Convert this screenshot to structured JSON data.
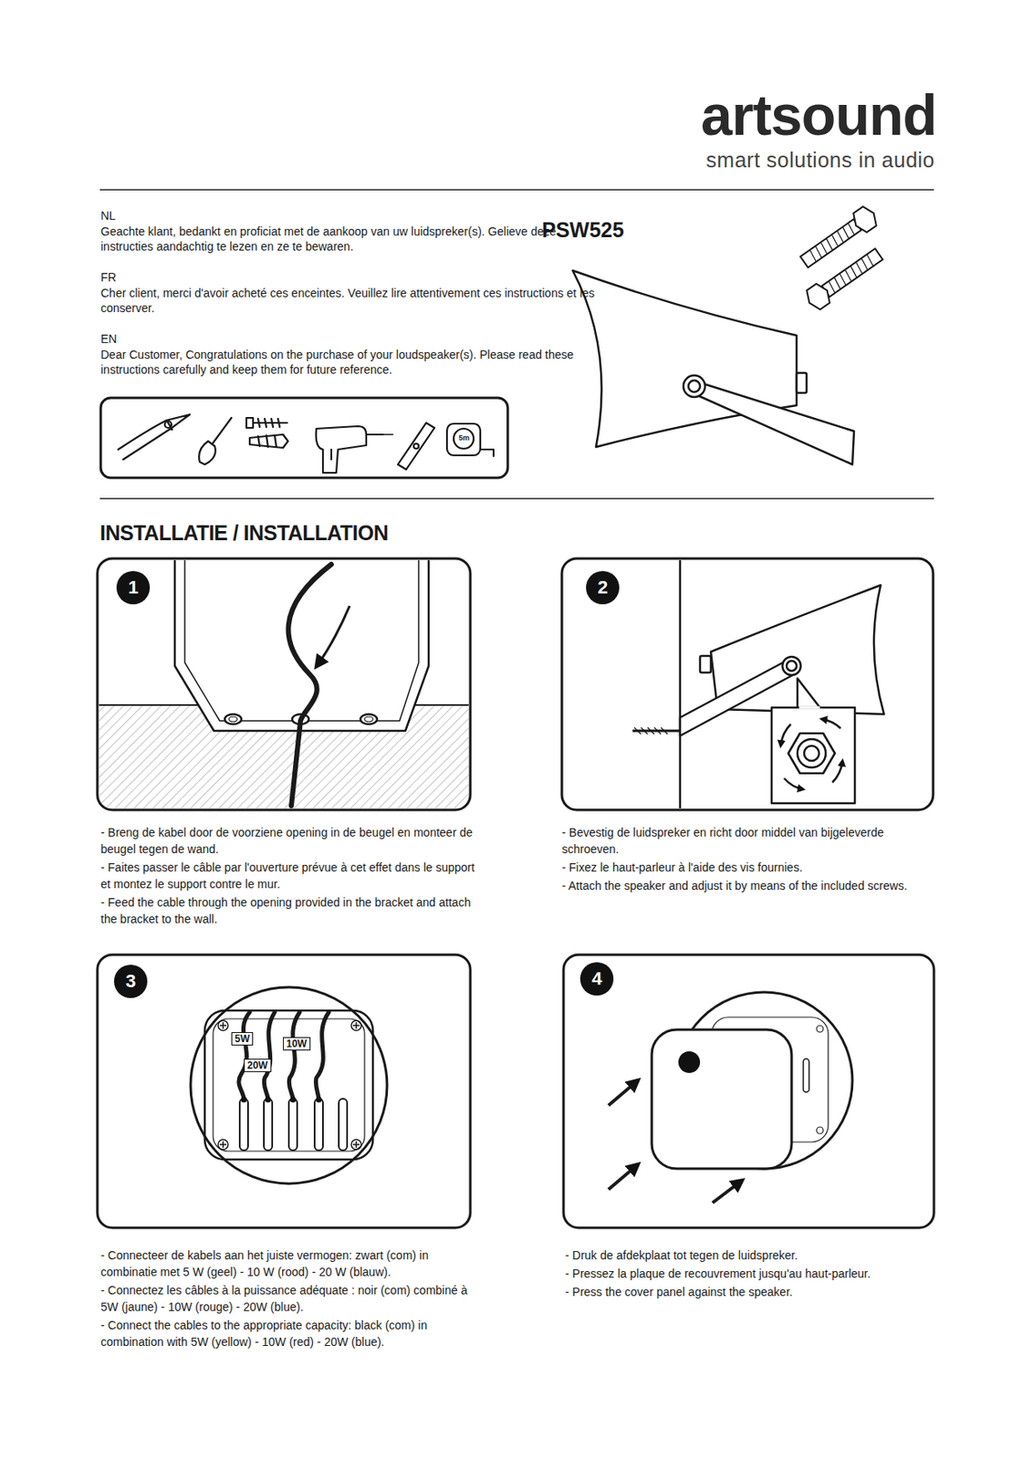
{
  "diagram": {
    "title": "INSTALLATIE / INSTALLATION",
    "nodes": [
      {
        "text": [
          "1"
        ]
      },
      {
        "text": [
          "2"
        ]
      },
      {
        "text": [
          "3"
        ]
      },
      {
        "text": [
          "4"
        ]
      },
      {
        "text": [
          "5W"
        ]
      },
      {
        "text": [
          "20W"
        ]
      },
      {
        "text": [
          "10W"
        ]
      }
    ],
    "labels": [
      "artsound",
      "smart solutions in audio",
      "NL",
      "Geachte klant, bedankt en proficiat met de aankoop van uw luidspreker(s). Gelieve deze instructies aandachtig te lezen en ze te bewaren.",
      "FR",
      "Cher client, merci d'avoir acheté ces enceintes. Veuillez lire attentivement ces instructions et les conserver.",
      "EN",
      "Dear Customer, Congratulations on the purchase of your loudspeaker(s). Please read these instructions carefully and keep them for future reference.",
      "PSW525",
      "5m",
      "- Breng de kabel door de voorziene opening in de beugel en monteer de beugel tegen de wand.",
      "- Faites passer le câble par l'ouverture prévue à cet effet dans le support et montez le support contre le mur.",
      "- Feed the cable through the opening provided in the bracket and attach the bracket to the wall.",
      "- Bevestig de luidspreker en richt door middel van bijgeleverde schroeven.",
      "- Fixez le haut-parleur à l'aide des vis fournies.",
      "- Attach the speaker and adjust it by means of the included screws.",
      "- Connecteer de kabels aan het juiste vermogen: zwart (com) in combinatie met 5 W (geel) - 10 W (rood) - 20 W (blauw).",
      "- Connectez les câbles à la puissance adéquate : noir (com) combiné à 5W (jaune) - 10W (rouge) - 20W (blue).",
      "- Connect the cables to the appropriate capacity: black (com) in combination with 5W (yellow) - 10W (red) - 20W (blue).",
      "- Druk de afdekplaat tot tegen de luidspreker.",
      "- Pressez la plaque de recouvrement jusqu'au haut-parleur.",
      "- Press the cover panel against the speaker."
    ]
  }
}
